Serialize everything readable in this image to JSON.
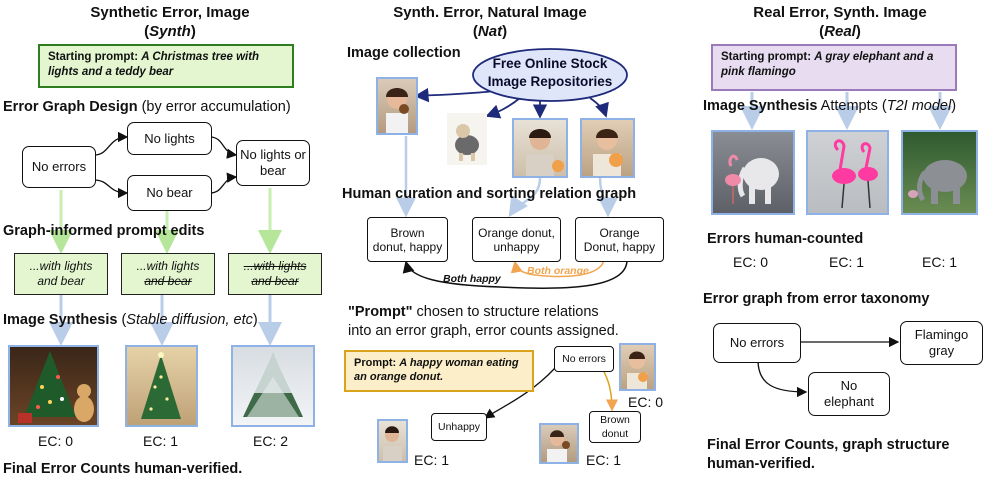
{
  "synth": {
    "title_line1": "Synthetic Error, Image",
    "title_line2": "Synth",
    "prompt_label": "Starting prompt:",
    "prompt_text": "A Christmas tree with lights and a teddy bear",
    "error_graph_heading": "Error Graph Design",
    "error_graph_note": " (by error accumulation)",
    "nodes": {
      "no_errors": "No errors",
      "no_lights": "No lights",
      "no_bear": "No bear",
      "no_lights_or_bear": "No lights or bear"
    },
    "edits_heading": "Graph-informed prompt edits",
    "edits": [
      {
        "line1": "...with lights",
        "line2": "and bear",
        "strike1": false,
        "strike2": false
      },
      {
        "line1": "...with lights",
        "line2": "and bear",
        "strike1": false,
        "strike2": true
      },
      {
        "line1": "...with lights",
        "line2": "and bear",
        "strike1": true,
        "strike2": true
      }
    ],
    "synthesis_heading": "Image Synthesis",
    "synthesis_note": "Stable diffusion, etc",
    "ec": [
      "EC: 0",
      "EC: 1",
      "EC: 2"
    ],
    "final": "Final Error Counts human-verified."
  },
  "nat": {
    "title_line1": "Synth. Error, Natural Image",
    "title_line2": "Nat",
    "collection_heading": "Image collection",
    "repo_line1": "Free Online Stock",
    "repo_line2": "Image Repositories",
    "curation_heading": "Human curation and sorting relation graph",
    "nodes": {
      "brown_happy_1": "Brown",
      "brown_happy_2": "donut, happy",
      "orange_unhappy_1": "Orange donut,",
      "orange_unhappy_2": "unhappy",
      "orange_happy_1": "Orange",
      "orange_happy_2": "Donut, happy"
    },
    "rel_both_happy": "Both happy",
    "rel_both_orange": "Both orange",
    "prompt_heading_q": "\"Prompt\"",
    "prompt_heading_rest": " chosen to structure relations",
    "prompt_heading_line2": "into an error graph, error counts assigned.",
    "prompt_label": "Prompt:",
    "prompt_text": "A happy woman eating an orange donut.",
    "graph": {
      "no_errors": "No errors",
      "unhappy": "Unhappy",
      "brown_donut_1": "Brown",
      "brown_donut_2": "donut"
    },
    "ec": [
      "EC: 0",
      "EC: 1",
      "EC: 1"
    ]
  },
  "real": {
    "title_line1": "Real Error, Synth. Image",
    "title_line2": "Real",
    "prompt_label": "Starting prompt:",
    "prompt_text": "A gray elephant and a pink flamingo",
    "attempts_heading": "Image Synthesis",
    "attempts_rest": " Attempts (",
    "attempts_model": "T2I model",
    "counted_heading": "Errors human-counted",
    "ec": [
      "EC: 0",
      "EC: 1",
      "EC: 1"
    ],
    "taxonomy_heading": "Error graph from error taxonomy",
    "nodes": {
      "no_errors": "No errors",
      "flamingo_1": "Flamingo",
      "flamingo_2": "gray",
      "no_elephant_1": "No",
      "no_elephant_2": "elephant"
    },
    "final_line1": "Final Error Counts, graph structure",
    "final_line2": "human-verified."
  },
  "colors": {
    "green_fill": "#e3f6cf",
    "green_border": "#2e7d1f",
    "arrow_blue": "#b9cde9",
    "arrow_green": "#c7efb0",
    "repo_fill": "#dfe6f9",
    "repo_stroke": "#1f2a7a",
    "nat_prompt_fill": "#fbeec8",
    "nat_prompt_border": "#d9a41c",
    "real_prompt_fill": "#e7dcf0",
    "real_prompt_border": "#9a7ab8",
    "orange": "#f2a54e"
  }
}
